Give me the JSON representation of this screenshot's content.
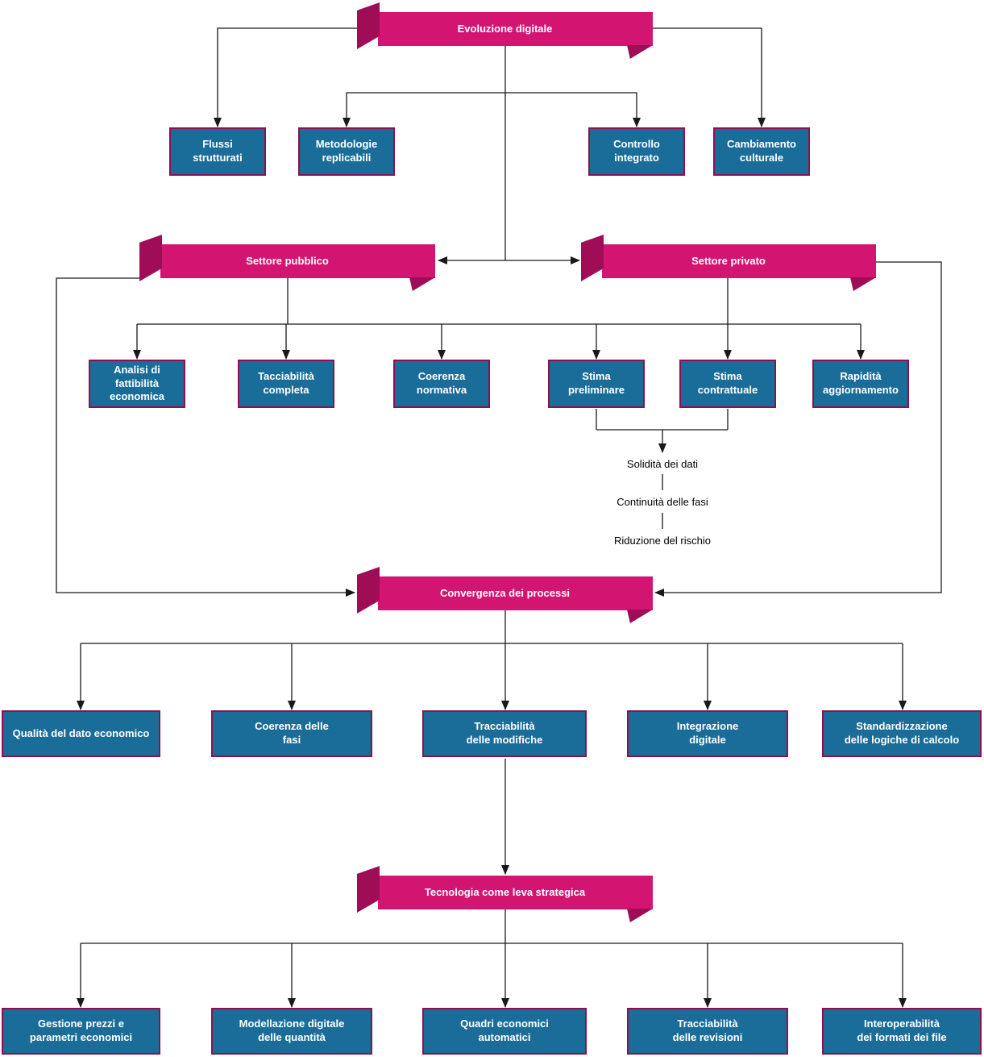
{
  "ribbons": [
    {
      "label": "Evoluzione digitale"
    },
    {
      "label": "Settore pubblico"
    },
    {
      "label": "Settore privato"
    },
    {
      "label": "Convergenza dei processi"
    },
    {
      "label": "Tecnologia come leva strategica"
    }
  ],
  "boxes": [
    {
      "label": "Flussi\nstrutturati"
    },
    {
      "label": "Metodologie\nreplicabili"
    },
    {
      "label": "Controllo\nintegrato"
    },
    {
      "label": "Cambiamento\nculturale"
    },
    {
      "label": "Analisi di\nfattibilità\neconomica"
    },
    {
      "label": "Tacciabilità\ncompleta"
    },
    {
      "label": "Coerenza\nnormativa"
    },
    {
      "label": "Stima\npreliminare"
    },
    {
      "label": "Stima\ncontrattuale"
    },
    {
      "label": "Rapidità\naggiornamento"
    },
    {
      "label": "Qualità del dato economico"
    },
    {
      "label": "Coerenza delle\nfasi"
    },
    {
      "label": "Tracciabilità\ndelle modifiche"
    },
    {
      "label": "Integrazione\ndigitale"
    },
    {
      "label": "Standardizzazione\ndelle logiche di calcolo"
    },
    {
      "label": "Gestione prezzi e\nparametri economici"
    },
    {
      "label": "Modellazione digitale\ndelle quantità"
    },
    {
      "label": "Quadri economici\nautomatici"
    },
    {
      "label": "Tracciabilità\ndelle revisioni"
    },
    {
      "label": "Interoperabilità\ndei formati dei file"
    }
  ],
  "text_nodes": [
    {
      "label": "Solidità dei dati"
    },
    {
      "label": "Continuità delle fasi"
    },
    {
      "label": "Riduzione del rischio"
    }
  ],
  "colors": {
    "ribbon": "#d21571",
    "ribbon_fold": "#9e0d56",
    "node_fill": "#1b6d99",
    "node_border": "#8e1050",
    "connector": "#191919"
  }
}
